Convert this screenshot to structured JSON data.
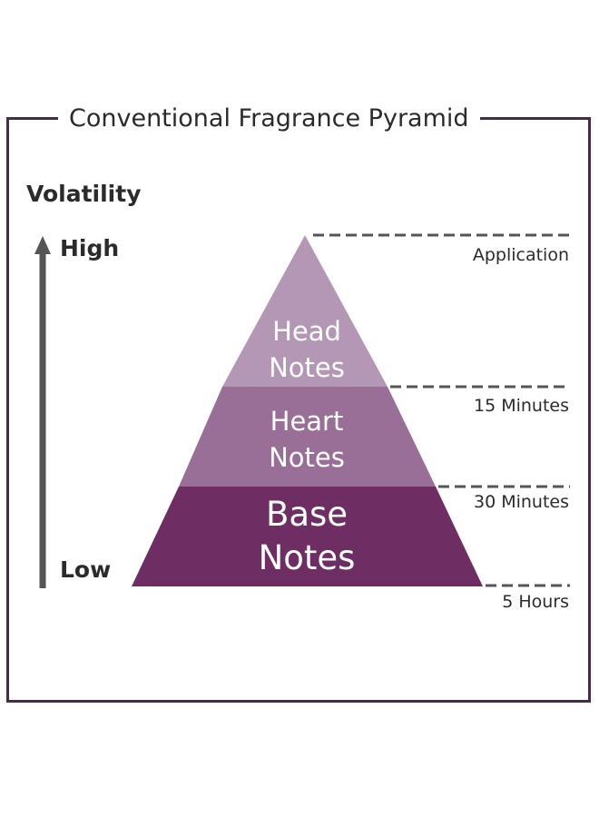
{
  "title": "Conventional Fragrance Pyramid",
  "axis": {
    "label": "Volatility",
    "high": "High",
    "low": "Low"
  },
  "layers": {
    "head": {
      "line1": "Head",
      "line2": "Notes",
      "color": "#b497b4"
    },
    "heart": {
      "line1": "Heart",
      "line2": "Notes",
      "color": "#996f97"
    },
    "base": {
      "line1": "Base",
      "line2": "Notes",
      "color": "#6e2e63"
    }
  },
  "times": {
    "application": "Application",
    "fifteen": "15 Minutes",
    "thirty": "30 Minutes",
    "five_hours": "5 Hours"
  },
  "colors": {
    "frame": "#4a2a4c",
    "arrow": "#555555",
    "dash": "#555555"
  }
}
